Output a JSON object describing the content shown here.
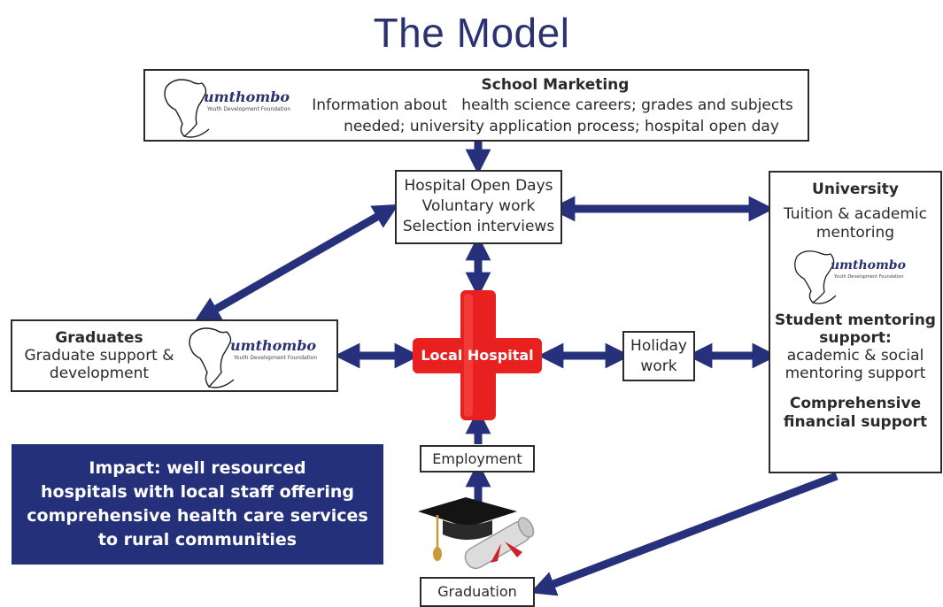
{
  "title": "The Model",
  "brand": {
    "name": "umthombo",
    "tagline": "Youth Development Foundation"
  },
  "school_marketing": {
    "heading": "School Marketing",
    "line1": "Information about   health science careers; grades and subjects",
    "line2": "needed; university application process; hospital open day"
  },
  "hospital_open_days": {
    "line1": "Hospital Open Days",
    "line2": "Voluntary work",
    "line3": "Selection interviews"
  },
  "university": {
    "heading": "University",
    "line1": "Tuition & academic",
    "line2": "mentoring",
    "mentoring_heading1": "Student mentoring",
    "mentoring_heading2": "support:",
    "mentoring_line1": "academic & social",
    "mentoring_line2": "mentoring support",
    "financial1": "Comprehensive",
    "financial2": "financial support"
  },
  "graduates": {
    "heading": "Graduates",
    "line1": "Graduate support &",
    "line2": "development"
  },
  "local_hospital": {
    "label": "Local Hospital"
  },
  "holiday_work": {
    "line1": "Holiday",
    "line2": "work"
  },
  "employment": {
    "label": "Employment"
  },
  "graduation": {
    "label": "Graduation"
  },
  "impact": {
    "line1": "Impact: well resourced",
    "line2": "hospitals with local staff offering",
    "line3": "comprehensive health care services",
    "line4": "to rural communities"
  },
  "colors": {
    "arrow": "#27307a",
    "title": "#2b3270",
    "cross": "#e8201f",
    "impact_bg": "#24307a"
  }
}
